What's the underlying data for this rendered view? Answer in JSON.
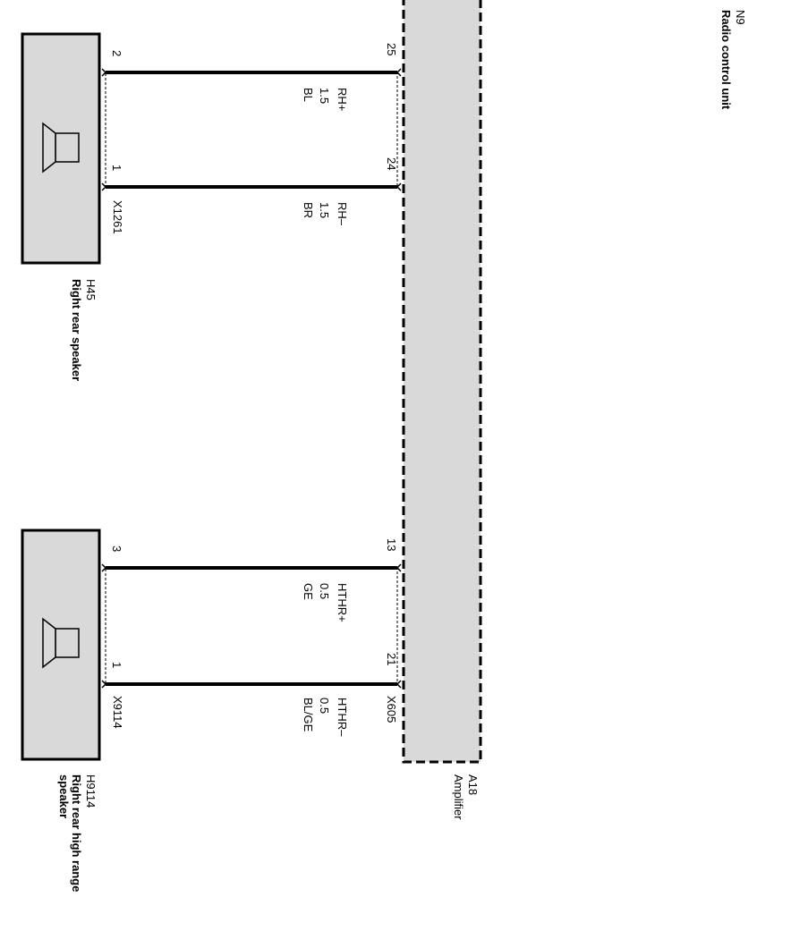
{
  "components": {
    "radio": {
      "code": "N9",
      "name": "Radio control unit"
    },
    "amplifier": {
      "code": "A18",
      "name": "Amplifier",
      "connector": "X605"
    },
    "speaker_rear": {
      "code": "H45",
      "name": "Right rear speaker",
      "connector": "X1261"
    },
    "speaker_high": {
      "code": "H9114",
      "name_line1": "Right rear high range",
      "name_line2": "speaker",
      "connector": "X9114"
    }
  },
  "wires": [
    {
      "amp_pin": "25",
      "spk_pin": "2",
      "signal": "RH+",
      "size": "1.5",
      "color": "BL"
    },
    {
      "amp_pin": "24",
      "spk_pin": "1",
      "signal": "RH–",
      "size": "1.5",
      "color": "BR"
    },
    {
      "amp_pin": "13",
      "spk_pin": "3",
      "signal": "HTHR+",
      "size": "0.5",
      "color": "GE"
    },
    {
      "amp_pin": "21",
      "spk_pin": "1",
      "signal": "HTHR–",
      "size": "0.5",
      "color": "BL/GE"
    }
  ],
  "colors": {
    "box_fill": "#d9d9d9",
    "line": "#000000",
    "background": "#ffffff"
  }
}
